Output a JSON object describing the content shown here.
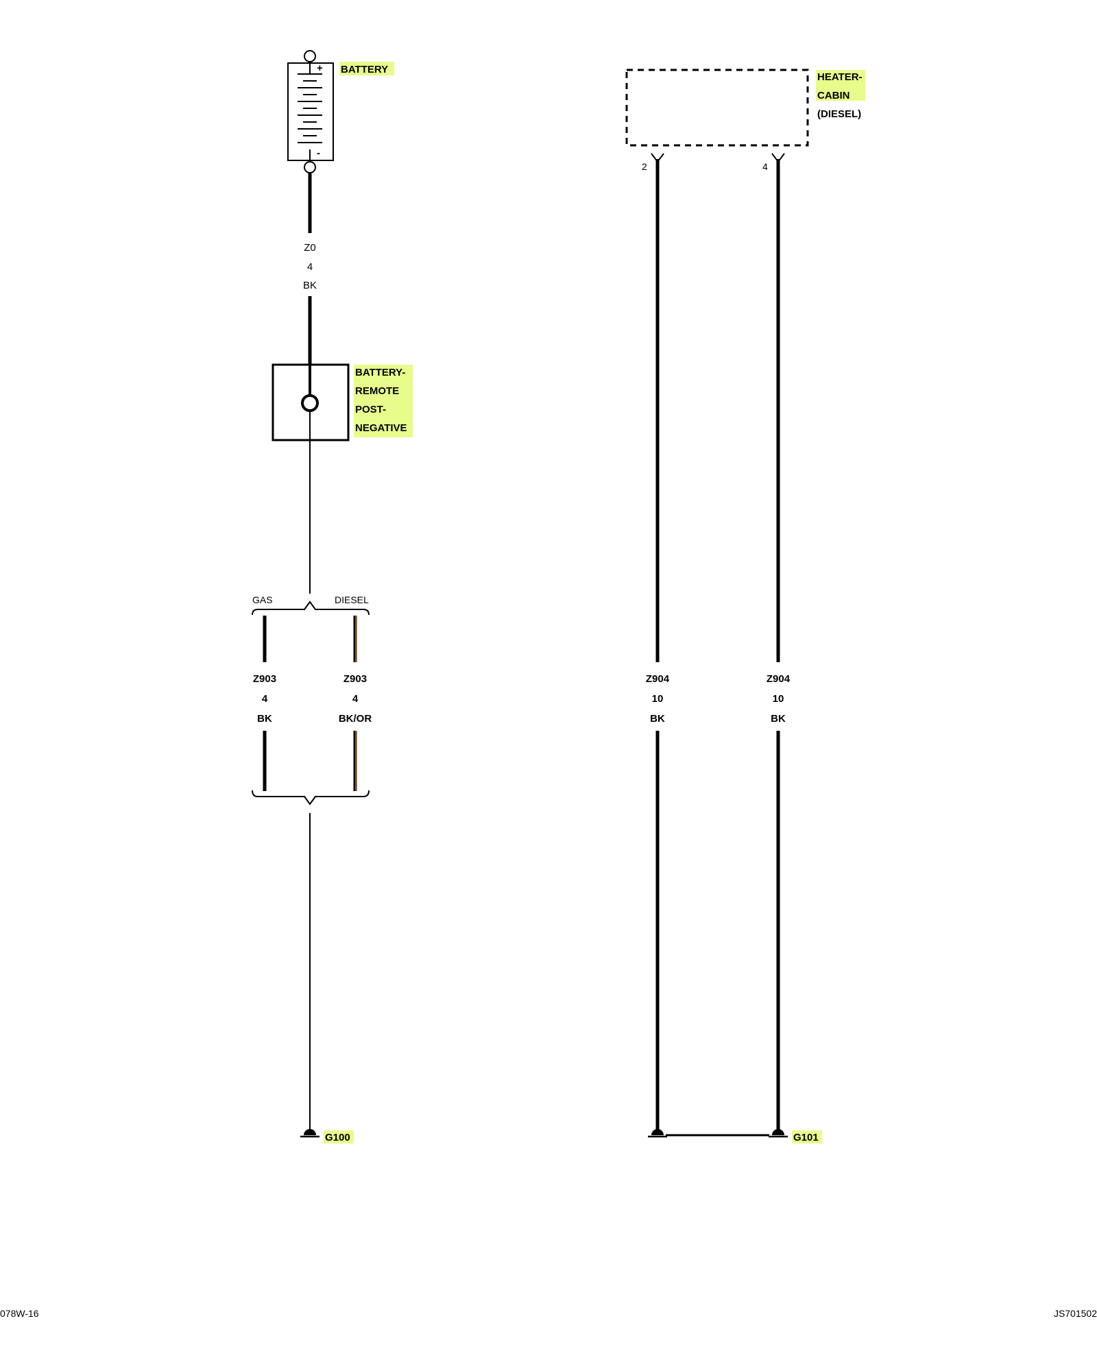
{
  "components": {
    "battery": {
      "name": "BATTERY",
      "plus": "+",
      "minus": "-"
    },
    "remote_post": {
      "lines": [
        "BATTERY-",
        "REMOTE",
        "POST-",
        "NEGATIVE"
      ]
    },
    "heater": {
      "lines": [
        "HEATER-",
        "CABIN",
        "(DIESEL)"
      ],
      "pin_left": "2",
      "pin_right": "4"
    }
  },
  "wires": {
    "z0": {
      "circuit": "Z0",
      "gauge": "4",
      "color": "BK"
    },
    "z903_gas": {
      "circuit": "Z903",
      "gauge": "4",
      "color": "BK"
    },
    "z903_diesel": {
      "circuit": "Z903",
      "gauge": "4",
      "color": "BK/OR"
    },
    "z904_left": {
      "circuit": "Z904",
      "gauge": "10",
      "color": "BK"
    },
    "z904_right": {
      "circuit": "Z904",
      "gauge": "10",
      "color": "BK"
    }
  },
  "split": {
    "left": "GAS",
    "right": "DIESEL"
  },
  "grounds": {
    "g100": "G100",
    "g101": "G101"
  },
  "footer": {
    "left": "078W-16",
    "right": "JS701502"
  },
  "colors": {
    "highlight": "#e8fc8c",
    "wire": "#000000",
    "orange_stripe": "#c06a00"
  }
}
